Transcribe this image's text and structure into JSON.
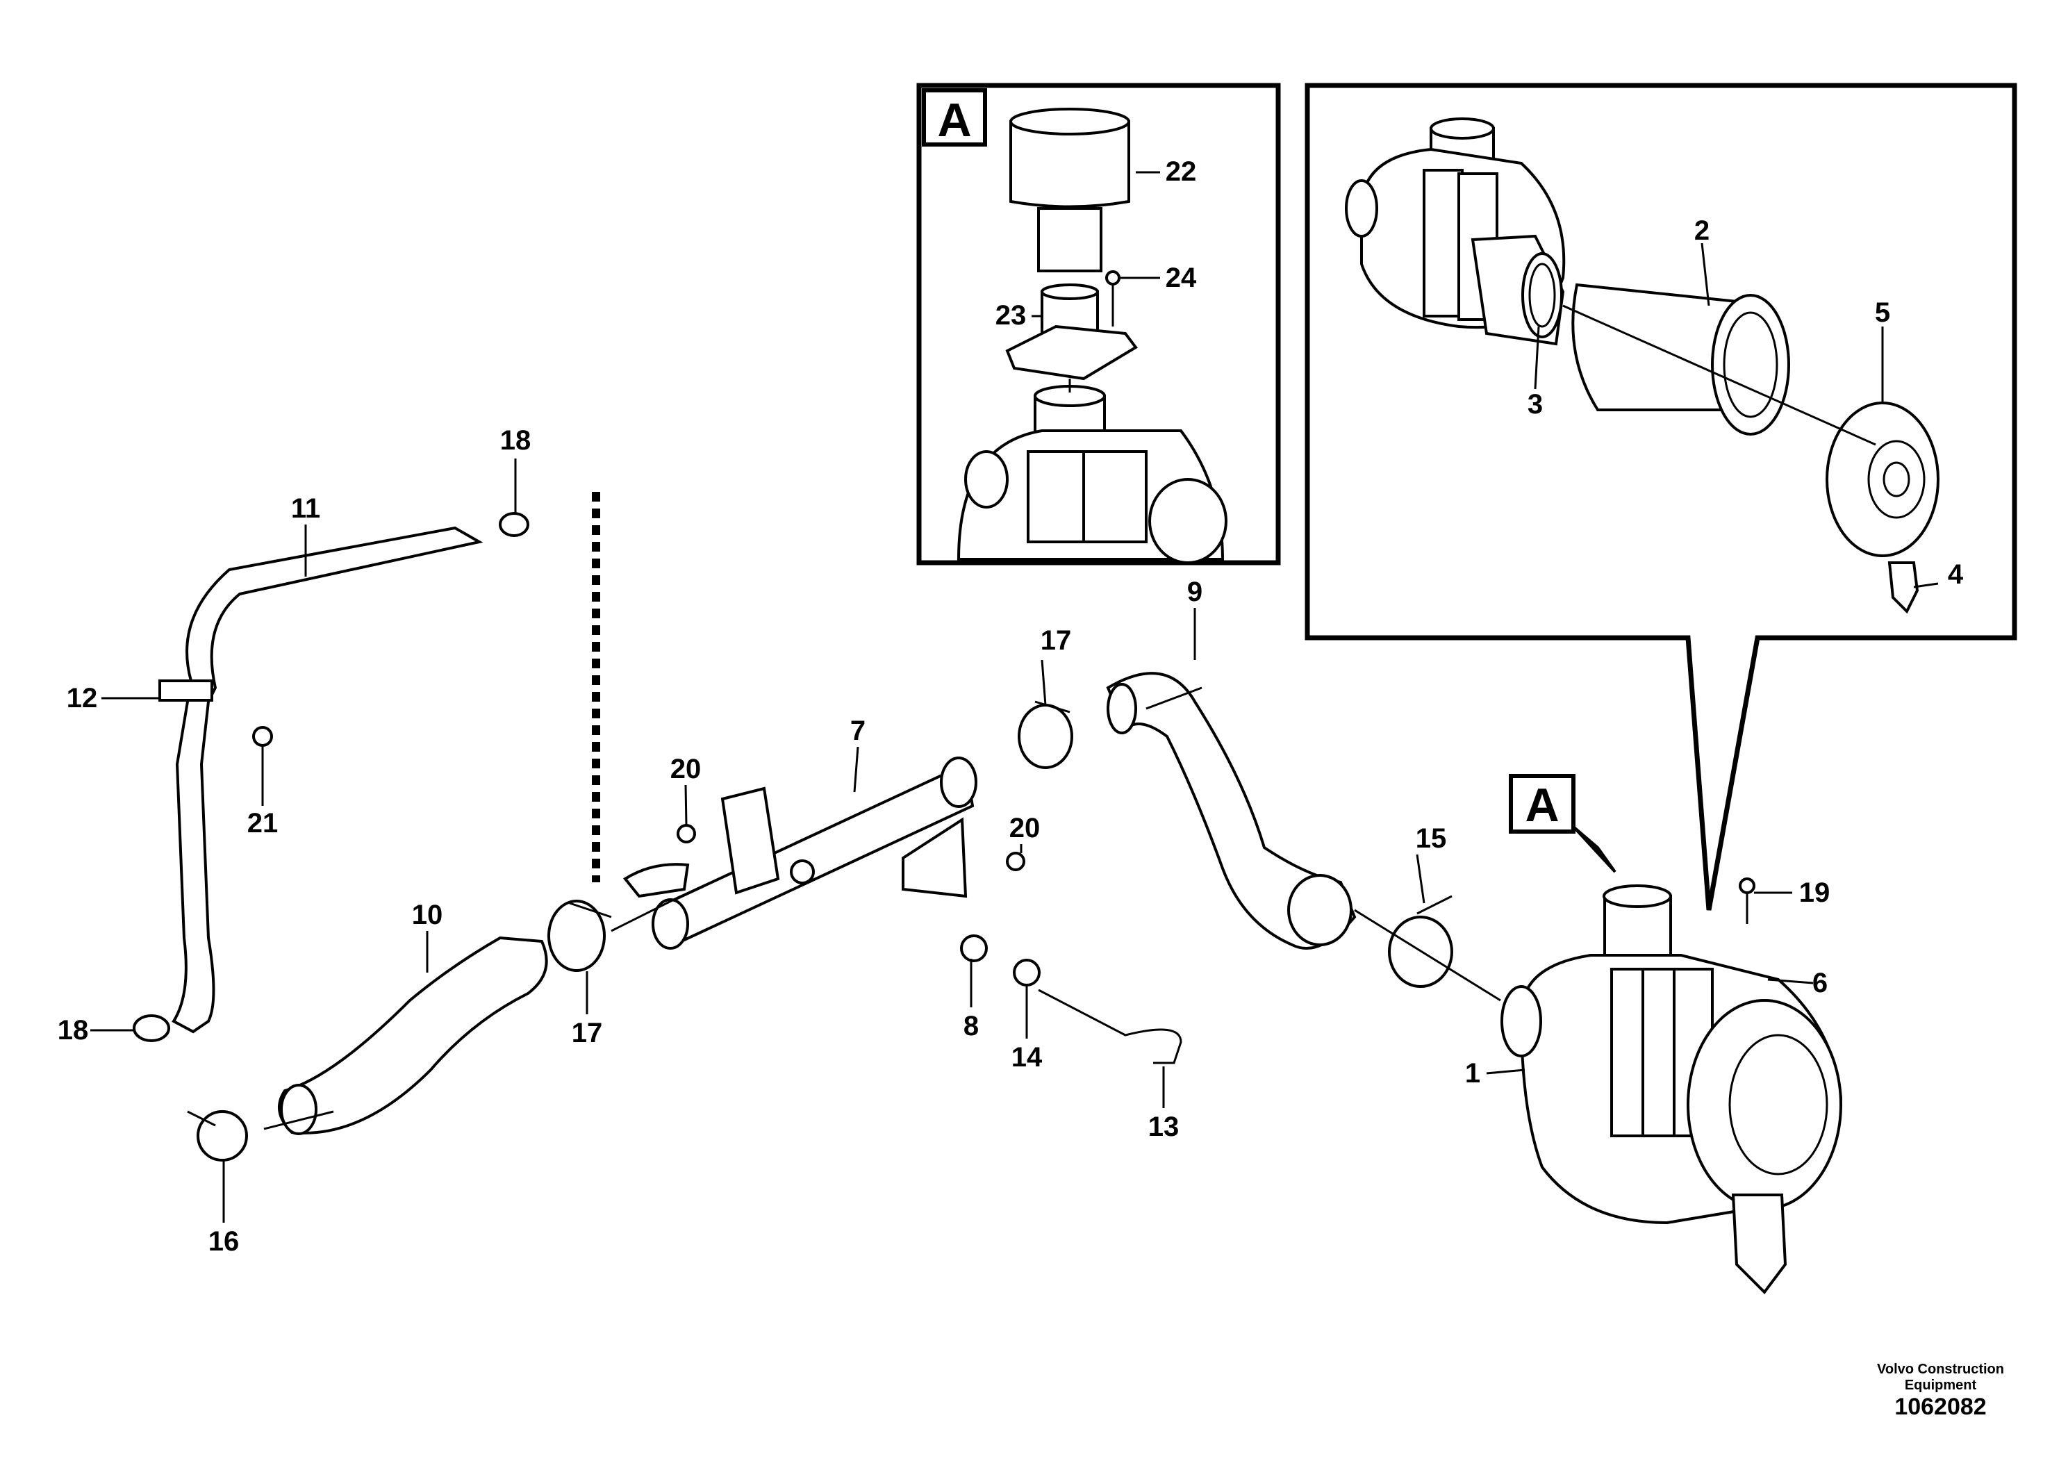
{
  "callouts": [
    "1",
    "2",
    "3",
    "4",
    "5",
    "6",
    "7",
    "8",
    "9",
    "10",
    "11",
    "12",
    "13",
    "14",
    "15",
    "16",
    "17",
    "17",
    "18",
    "18",
    "19",
    "20",
    "20",
    "21",
    "22",
    "23",
    "24"
  ],
  "detail_reference": "A",
  "footer": {
    "line1": "Volvo Construction",
    "line2": "Equipment",
    "document_number": "1062082"
  }
}
